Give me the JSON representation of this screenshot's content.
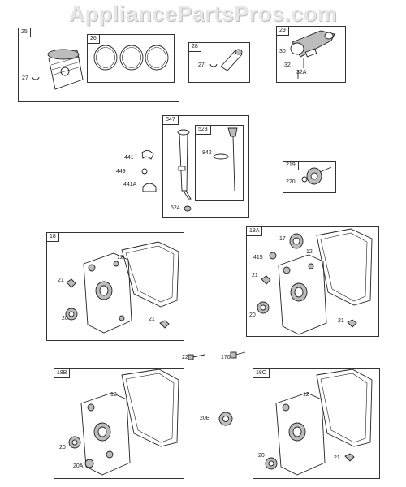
{
  "watermark": "AppliancePartsPros.com",
  "boxes": {
    "b25": "25",
    "b26": "26",
    "b28": "28",
    "b29": "29",
    "b847": "847",
    "b523": "523",
    "b219": "219",
    "b18": "18",
    "b18A": "18A",
    "b18B": "18B",
    "b18C": "18C"
  },
  "callouts": {
    "c27a": "27",
    "c27b": "27",
    "c30": "30",
    "c32": "32",
    "c32A": "32A",
    "c441": "441",
    "c449": "449",
    "c441A": "441A",
    "c842": "842",
    "c524": "524",
    "c220": "220",
    "c18_12": "12",
    "c18_21a": "21",
    "c18_20": "20",
    "c18_21b": "21",
    "c18A_17": "17",
    "c18A_12": "12",
    "c18A_415": "415",
    "c18A_21a": "21",
    "c18A_20": "20",
    "c18A_21b": "21",
    "c22": "22",
    "c170": "170",
    "c18B_12": "12",
    "c18B_20": "20",
    "c18B_20A": "20A",
    "c20B": "20B",
    "c18C_12": "12",
    "c18C_20": "20",
    "c18C_21": "21"
  }
}
